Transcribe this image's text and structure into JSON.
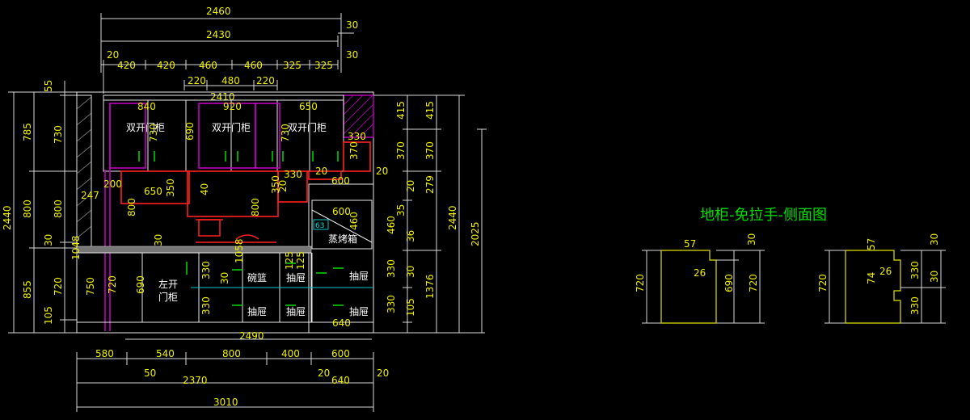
{
  "drawing": {
    "title": "地柜-免拉手-侧面图",
    "top_dims": {
      "overall_2460": "2460",
      "inner_2430": "2430",
      "off_30a": "30",
      "off_30b": "30",
      "off_20": "20",
      "upper_widths": [
        "420",
        "420",
        "460",
        "460",
        "325",
        "325"
      ],
      "hood_widths": [
        "220",
        "480",
        "220"
      ],
      "span_2410": "2410"
    },
    "left_dims": {
      "total": "2440",
      "upper_785": "785",
      "top_55": "55",
      "upper_730": "730",
      "mid_800a": "800",
      "mid_800b": "800",
      "counter_30": "30",
      "base_855": "855",
      "base_720": "720",
      "plinth_105": "105"
    },
    "right_dims": {
      "v415a": "415",
      "v415b": "415",
      "v370a": "370",
      "v370b": "370",
      "v279": "279",
      "v20a": "20",
      "v20b": "20",
      "v35": "35",
      "v36": "36",
      "v460a": "460",
      "v460b": "460",
      "v330a": "330",
      "v330b": "330",
      "v30": "30",
      "v105": "105",
      "v1376": "1376",
      "v2440": "2440",
      "v2025": "2025"
    },
    "interior_dims": {
      "d840": "840",
      "d920": "920",
      "d650a": "650",
      "d730": "730",
      "d690a": "690",
      "d330a": "330",
      "d370": "370",
      "d200": "200",
      "d650b": "650",
      "d350a": "350",
      "d40": "40",
      "d350b": "350",
      "d20a": "20",
      "d330b": "330",
      "d20b": "20",
      "d600a": "600",
      "d20c": "20",
      "d247": "247",
      "d800a": "800",
      "d800b": "800",
      "d600b": "600",
      "d460": "460",
      "d30a": "30",
      "d1048": "1048",
      "d1058": "1058",
      "d750": "750",
      "d720": "720",
      "d690b": "690",
      "d330c": "330",
      "d330d": "330",
      "d30b": "30",
      "d125a": "125",
      "d125b": "125",
      "d640": "640",
      "d2490": "2490"
    },
    "labels": {
      "double_door_1": "双开门柜",
      "double_door_2": "双开门柜",
      "double_door_3": "双开门柜",
      "oven": "蒸烤箱",
      "left_door_l1": "左开",
      "left_door_l2": "门柜",
      "bowl_basket": "碗篮",
      "drawer_1": "抽屉",
      "drawer_2": "抽屉",
      "drawer_3": "抽屉",
      "drawer_4": "抽屉",
      "drawer_5": "抽屉",
      "marker_63": "63"
    },
    "bottom_dims": {
      "widths": [
        "580",
        "540",
        "800",
        "400",
        "600"
      ],
      "off_50": "50",
      "sub_2370": "2370",
      "off_20a": "20",
      "w640": "640",
      "off_20b": "20",
      "total_3010": "3010"
    },
    "side_view_1": {
      "h720": "720",
      "d57": "57",
      "d26": "26",
      "d30": "30",
      "d690": "690",
      "h720b": "720"
    },
    "side_view_2": {
      "h720": "720",
      "d57": "57",
      "d26": "26",
      "d74": "74",
      "d30a": "30",
      "d30b": "30",
      "d330a": "330",
      "d330b": "330"
    },
    "colors": {
      "background": "#000000",
      "dimension_text": "#f0f000",
      "title_text": "#00e000",
      "outline": "#e8e8e8",
      "red": "#ff2020",
      "magenta": "#c000c0",
      "green": "#00d000",
      "cyan": "#00c8c8"
    }
  }
}
